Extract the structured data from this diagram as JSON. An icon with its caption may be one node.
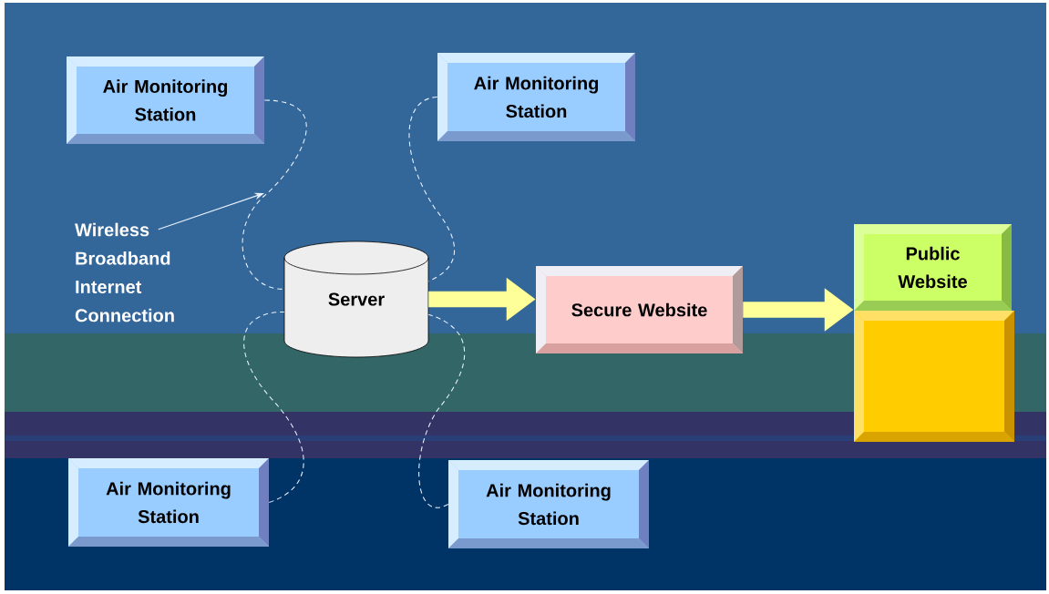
{
  "diagram": {
    "nodes": [
      {
        "text": [
          "Air Monitoring Station"
        ]
      },
      {
        "text": [
          "Air Monitoring Station"
        ]
      },
      {
        "text": [
          "Wireless Broadband Internet Connection"
        ]
      },
      {
        "text": [
          "Server"
        ]
      },
      {
        "text": [
          "Secure Website"
        ]
      },
      {
        "text": [
          "Public Website"
        ]
      },
      {
        "text": [],
        "shape": "box"
      },
      {
        "text": [
          "Air Monitoring Station"
        ]
      },
      {
        "text": [
          "Air Monitoring Station"
        ]
      }
    ],
    "edges": [
      {
        "from": 0,
        "to": 3,
        "arrow": "none",
        "style": "dashed"
      },
      {
        "from": 1,
        "to": 3,
        "arrow": "none",
        "style": "dashed"
      },
      {
        "from": 7,
        "to": 3,
        "arrow": "none",
        "style": "dashed"
      },
      {
        "from": 8,
        "to": 3,
        "arrow": "none",
        "style": "dashed"
      },
      {
        "from": 2,
        "to": null,
        "arrow": "to"
      },
      {
        "from": 3,
        "to": 4,
        "arrow": "to",
        "style": "thick",
        "color": "#ffff99"
      },
      {
        "from": 4,
        "to": 5,
        "arrow": "to",
        "style": "thick",
        "color": "#ffff99"
      }
    ]
  }
}
